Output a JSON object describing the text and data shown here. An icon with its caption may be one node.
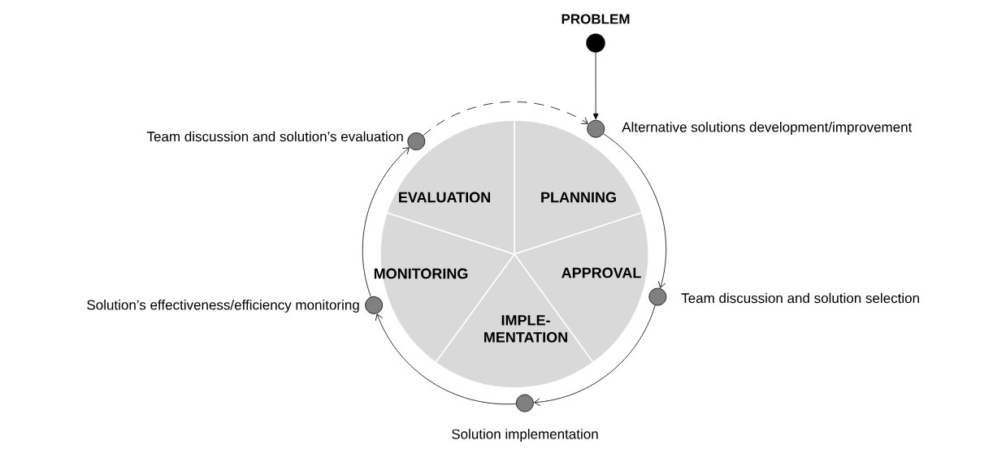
{
  "diagram": {
    "nodes": [
      {
        "text": [
          "PROBLEM"
        ]
      },
      {
        "text": [
          "PLANNING"
        ]
      },
      {
        "text": [
          "APPROVAL"
        ]
      },
      {
        "text": [
          "IMPLE- MENTATION"
        ]
      },
      {
        "text": [
          "MONITORING"
        ]
      },
      {
        "text": [
          "EVALUATION"
        ]
      },
      {
        "text": [
          "Alternative solutions development/improvement"
        ]
      },
      {
        "text": [
          "Team discussion and solution selection"
        ]
      },
      {
        "text": [
          "Solution implementation"
        ]
      },
      {
        "text": [
          "Solution’s effectiveness/efficiency monitoring"
        ]
      },
      {
        "text": [
          "Team discussion and solution’s evaluation"
        ]
      }
    ],
    "edges": [
      {
        "from": 0,
        "to": 6,
        "arrow": "to"
      },
      {
        "from": 6,
        "to": 7,
        "arrow": "to"
      },
      {
        "from": 7,
        "to": 8,
        "arrow": "to"
      },
      {
        "from": 8,
        "to": 9,
        "arrow": "to"
      },
      {
        "from": 9,
        "to": 10,
        "arrow": "to"
      },
      {
        "from": 10,
        "to": 6,
        "arrow": "to",
        "style": "dashed"
      }
    ]
  }
}
